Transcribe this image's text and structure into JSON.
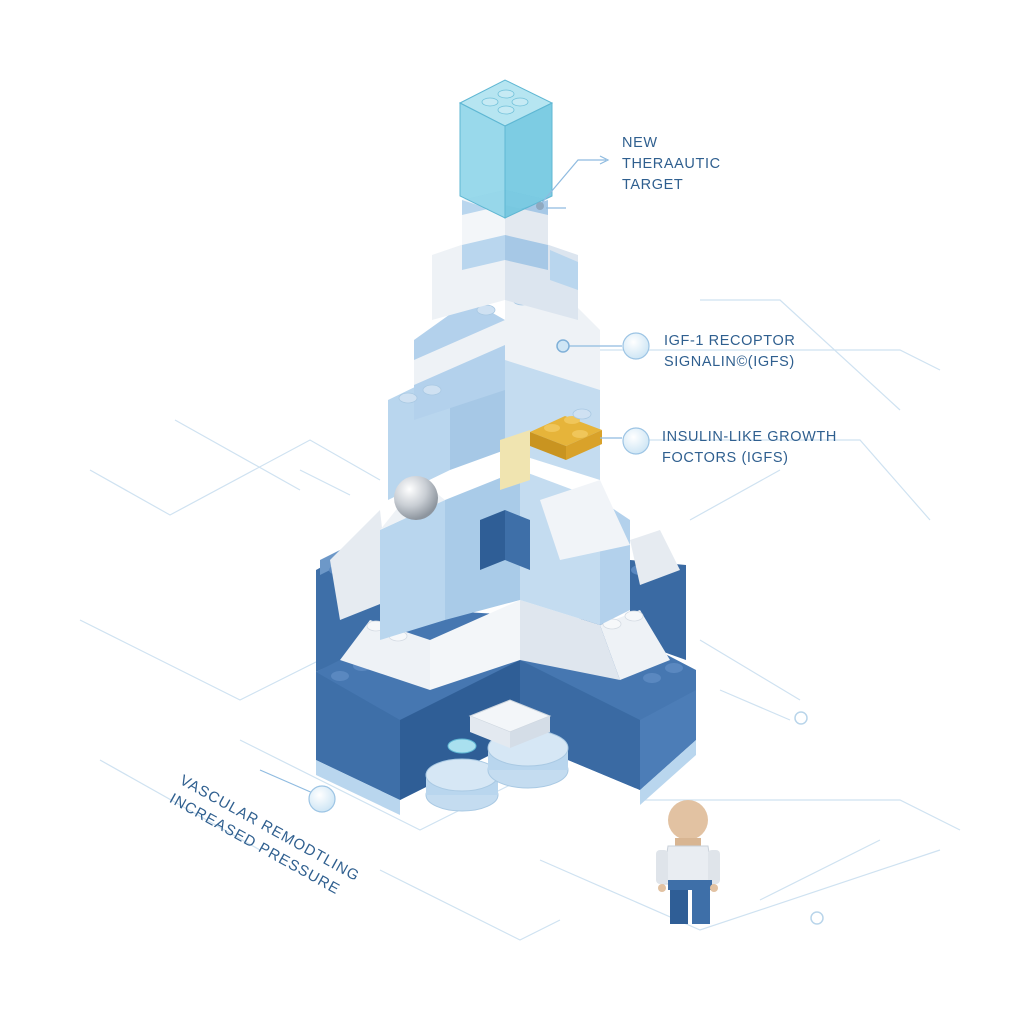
{
  "labels": {
    "target": [
      "NEW",
      "THERAAUTIC",
      "TARGET"
    ],
    "receptor": [
      "IGF-1 RECOPTOR",
      "SIGNALIN©(IGFS)"
    ],
    "igfs": [
      "INSULIN-LIKE GROWTH",
      "FOCTORS (IGFS)"
    ],
    "vascular": [
      "VASCULAR REMODTLING",
      "INCREASED PRESSURE"
    ]
  },
  "colors": {
    "dark_blue": "#3e6fa8",
    "light_blue": "#b9d6ee",
    "white_block": "#eef2f6",
    "translucent_cyan": "#7fd0e6",
    "gold": "#d9a22a",
    "line": "#a9c9e3",
    "text": "#2f5f8f"
  }
}
